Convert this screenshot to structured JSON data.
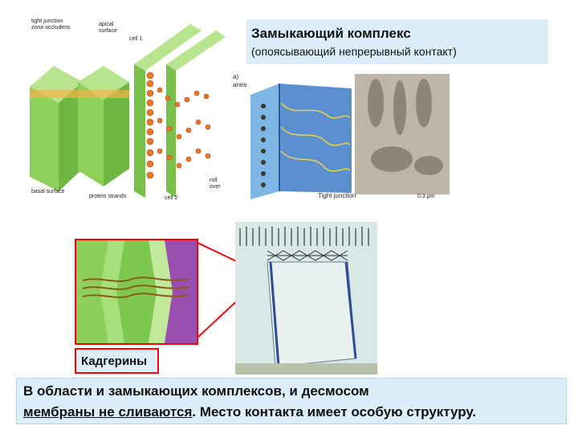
{
  "slide": {
    "title": "Замыкающий комплекс",
    "subtitle": "(опоясывающий непрерывный контакт)",
    "caption": "Кадгерины",
    "bottom_text": {
      "line1": "В области и замыкающих комплексов, и десмосом",
      "line2_underlined": "мембраны не сливаются",
      "line2_rest": ". Место контакта имеет особую структуру."
    }
  },
  "figure1": {
    "labels": {
      "tight_junction": "tight junction",
      "zona_occludens": "zona occludens",
      "apical": "apical",
      "surface": "surface",
      "cell1": "cell 1",
      "cell2": "cell 2",
      "basal_surface": "basal surface",
      "protein_strands": "protein strands",
      "roll": "roll",
      "over": "over"
    }
  },
  "figure2": {
    "labels": {
      "part": "a)",
      "anes": "anes",
      "tight_junction": "Tight junction",
      "scale": "0.3 μm"
    }
  },
  "colors": {
    "box_bg": "#dceef9",
    "red_outline": "#ff0000",
    "cell_green": "#8fd05a",
    "bead_orange": "#e8772a",
    "membrane_blue": "#5b8fd0"
  }
}
